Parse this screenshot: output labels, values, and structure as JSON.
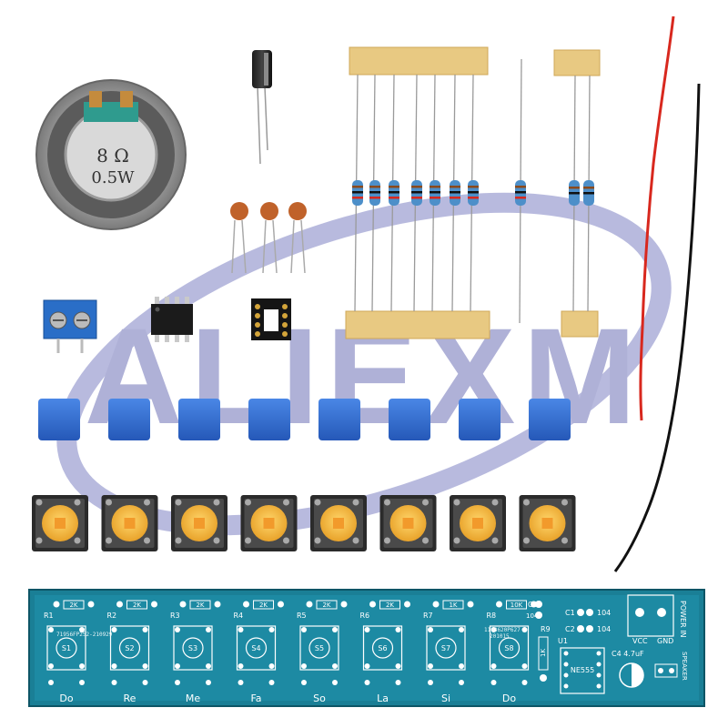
{
  "watermark": {
    "text": "ALIEXM",
    "color": "#6f72b8"
  },
  "speaker": {
    "line1": "8 Ω",
    "line2": "0.5W"
  },
  "pcb": {
    "color": "#1a7f96",
    "resistor_refs": [
      "R1",
      "R2",
      "R3",
      "R4",
      "R5",
      "R6",
      "R7",
      "R8"
    ],
    "resistor_values": [
      "2K",
      "2K",
      "2K",
      "2K",
      "2K",
      "2K",
      "1K",
      "10K"
    ],
    "switch_labels": [
      "S1",
      "S2",
      "S3",
      "S4",
      "S5",
      "S6",
      "S7",
      "S8"
    ],
    "note_labels": [
      "Do",
      "Re",
      "Me",
      "Fa",
      "So",
      "La",
      "Si",
      "Do"
    ],
    "serial_left": "71956FP252-210929",
    "serial_right_1": "1103620P627",
    "serial_right_2": "201015",
    "c3_label": "C3",
    "c3_value": "104",
    "r9_label": "R9",
    "r9_value": "1K",
    "c1_label": "C1",
    "c1_value": "104",
    "c2_label": "C2",
    "c2_value": "104",
    "u1_label": "U1",
    "ic_label": "NE555",
    "c4_label": "C4 4.7uF",
    "vcc_label": "VCC",
    "gnd_label": "GND",
    "power_label": "POWER IN",
    "speaker_label": "SPEAKER"
  },
  "colors": {
    "cap_blue": "#2f6fd4",
    "switch_button": "#f5b53a",
    "resistor_body": "#4d8fc9",
    "tape": "#e8c982",
    "wire_red": "#d8281e",
    "wire_black": "#111111"
  },
  "keycap_count": 8,
  "tact_switch_count": 8
}
